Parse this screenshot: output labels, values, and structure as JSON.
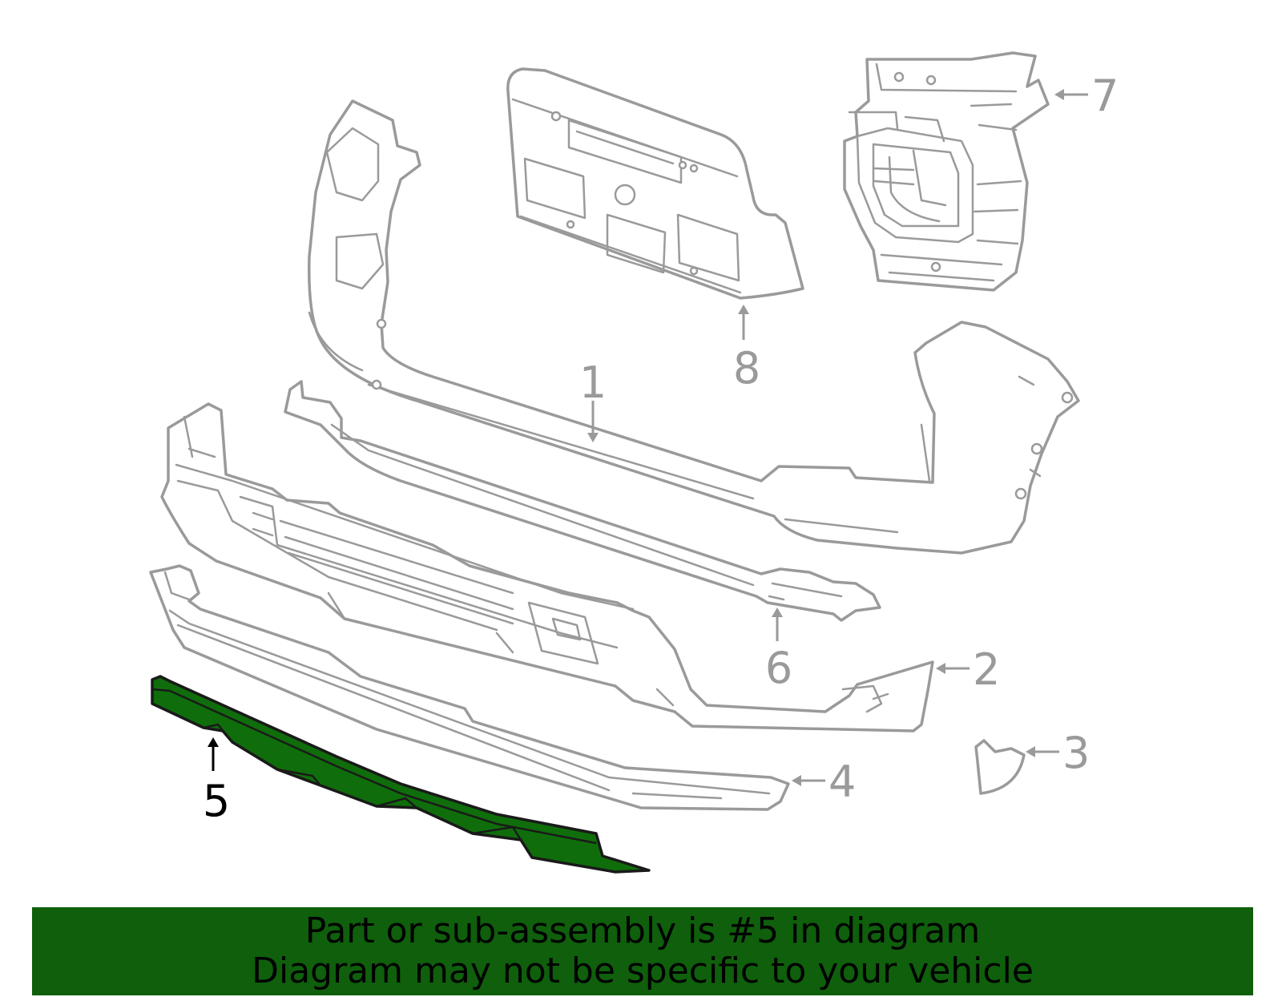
{
  "diagram": {
    "highlight_color": "#0f6e0b",
    "line_color": "#9a9a9a",
    "highlighted_part": "5",
    "callouts": [
      {
        "id": "1",
        "label": "1"
      },
      {
        "id": "2",
        "label": "2"
      },
      {
        "id": "3",
        "label": "3"
      },
      {
        "id": "4",
        "label": "4"
      },
      {
        "id": "5",
        "label": "5"
      },
      {
        "id": "6",
        "label": "6"
      },
      {
        "id": "7",
        "label": "7"
      },
      {
        "id": "8",
        "label": "8"
      }
    ]
  },
  "banner": {
    "background_color": "#0f5f0c",
    "line1": "Part or sub-assembly is #5 in diagram",
    "line2": "Diagram may not be specific to your vehicle"
  }
}
